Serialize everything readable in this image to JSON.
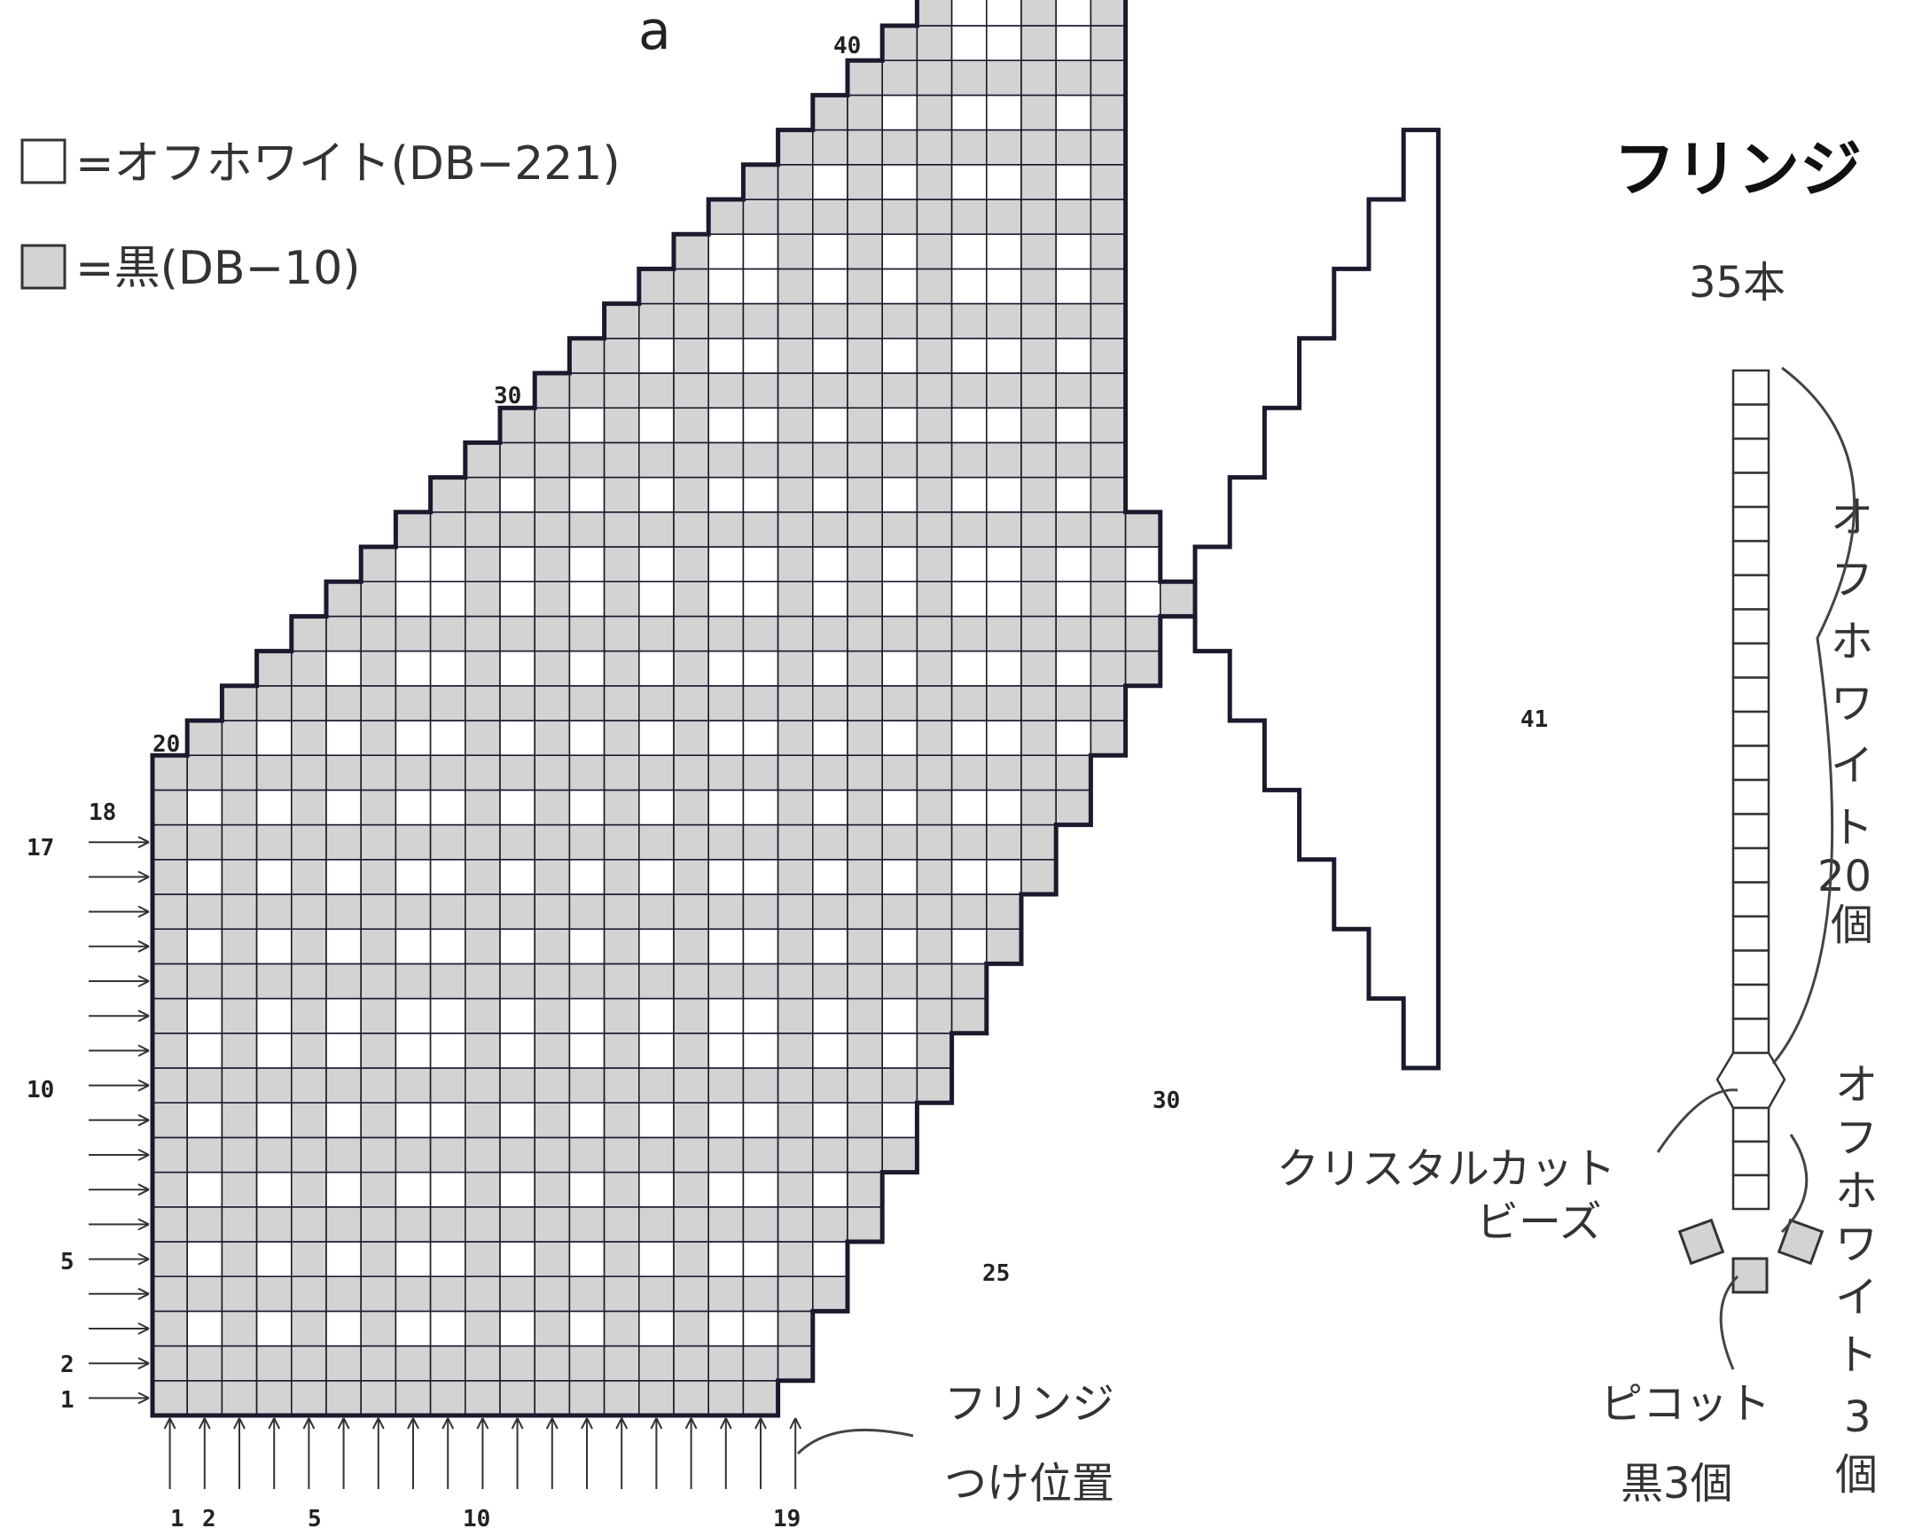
{
  "panel_label": "a",
  "legend": [
    {
      "color": "#ffffff",
      "text": "=オフホワイト(DB−221)"
    },
    {
      "color": "#d3d3d3",
      "text": "=黒(DB−10)"
    }
  ],
  "chart_numbers": {
    "top": "40",
    "upper_left": "30",
    "left_top": "20",
    "left_row": "18",
    "right_tip": "41",
    "right_mid": "30",
    "right_low": "25"
  },
  "row_labels": [
    "17",
    "10",
    "5",
    "2",
    "1"
  ],
  "col_labels": [
    "1",
    "2",
    "5",
    "10",
    "19"
  ],
  "fringe_position_label": [
    "フリンジ",
    "つけ位置"
  ],
  "fringe": {
    "title": "フリンジ",
    "count": "35本",
    "offwhite_20": [
      "オ",
      "フ",
      "ホ",
      "ワ",
      "イ",
      "ト",
      "20",
      "個"
    ],
    "offwhite_3": [
      "オ",
      "フ",
      "ホ",
      "ワ",
      "イ",
      "ト",
      "3",
      "個"
    ],
    "crystal": [
      "クリスタルカット",
      "ビーズ"
    ],
    "picot": [
      "ピコット",
      "黒3個"
    ]
  },
  "colors": {
    "offwhite": "#ffffff",
    "black_bead": "#d3d3d3",
    "line": "#1a1a2e"
  }
}
